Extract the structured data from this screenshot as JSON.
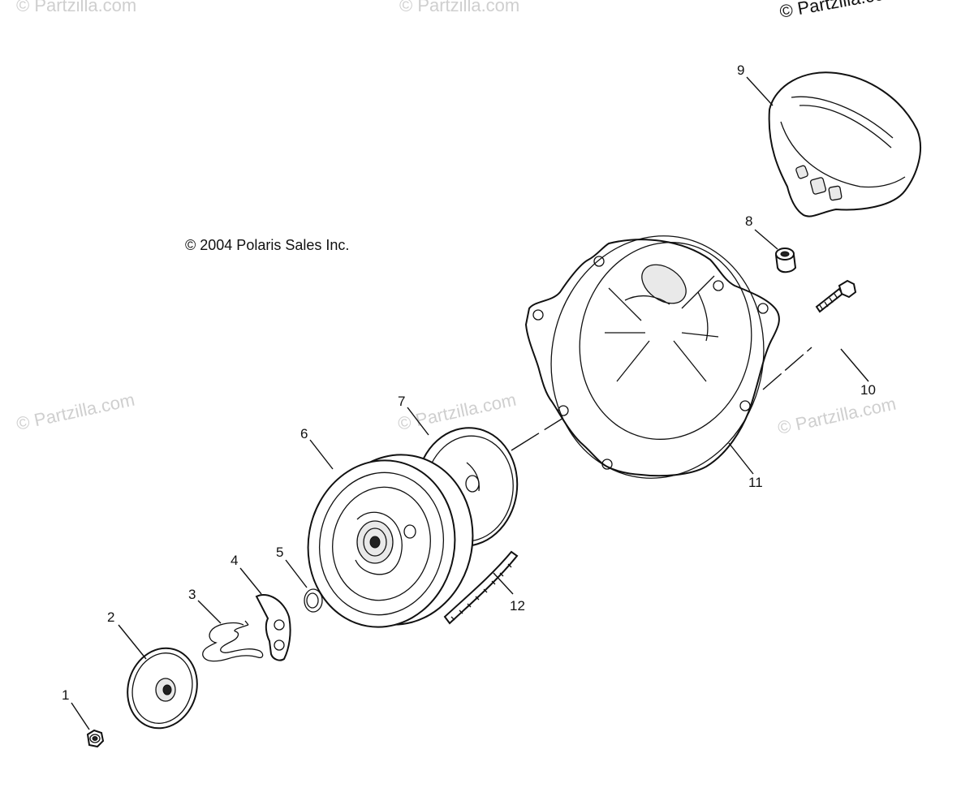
{
  "copyright": "© 2004 Polaris Sales Inc.",
  "watermarks": [
    "© Partzilla.com",
    "© Partzilla.com",
    "© Partzilla.com",
    "© Partzilla.com",
    "© Partzilla.com",
    "© Partzilla.com"
  ],
  "callouts": [
    "1",
    "2",
    "3",
    "4",
    "5",
    "6",
    "7",
    "8",
    "9",
    "10",
    "11",
    "12"
  ],
  "colors": {
    "ink": "#111111",
    "watermark": "#cfcfcf",
    "background": "#ffffff"
  }
}
